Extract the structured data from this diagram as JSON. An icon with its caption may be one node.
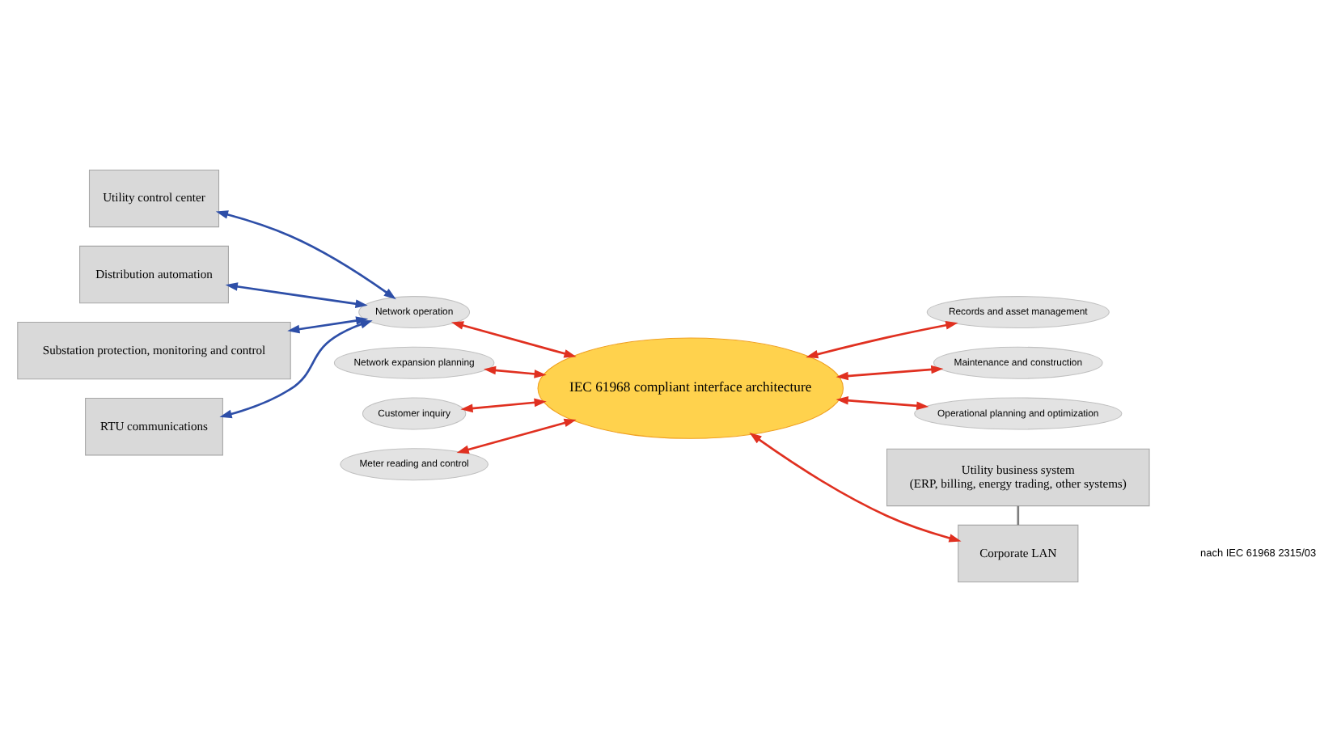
{
  "diagram": {
    "nodes": [
      {
        "text": [
          "Utility control center"
        ]
      },
      {
        "text": [
          "Distribution automation"
        ]
      },
      {
        "text": [
          "Substation protection, monitoring and control"
        ]
      },
      {
        "text": [
          "RTU communications"
        ]
      },
      {
        "text": [
          "Network operation"
        ]
      },
      {
        "text": [
          "Network expansion planning"
        ]
      },
      {
        "text": [
          "Customer inquiry"
        ]
      },
      {
        "text": [
          "Meter reading and control"
        ]
      },
      {
        "text": [
          "IEC 61968 compliant interface architecture"
        ]
      },
      {
        "text": [
          "Utility business system",
          "(ERP, billing, energy trading, other systems)"
        ]
      },
      {
        "text": [
          "Corporate LAN"
        ]
      },
      {
        "text": [
          "Records and asset management"
        ]
      },
      {
        "text": [
          "Maintenance and construction"
        ]
      },
      {
        "text": [
          "Operational planning and optimization"
        ]
      }
    ],
    "edges": [
      {
        "from": 0,
        "to": 4,
        "arrow": "both",
        "color": "#2e4fa8"
      },
      {
        "from": 1,
        "to": 4,
        "arrow": "both",
        "color": "#2e4fa8"
      },
      {
        "from": 2,
        "to": 4,
        "arrow": "both",
        "color": "#2e4fa8"
      },
      {
        "from": 3,
        "to": 4,
        "arrow": "both",
        "color": "#2e4fa8"
      },
      {
        "from": 4,
        "to": 8,
        "arrow": "both"
      },
      {
        "from": 5,
        "to": 8,
        "arrow": "both"
      },
      {
        "from": 6,
        "to": 8,
        "arrow": "both"
      },
      {
        "from": 7,
        "to": 8,
        "arrow": "both"
      },
      {
        "from": 8,
        "to": 10,
        "arrow": "both"
      },
      {
        "from": 8,
        "to": 13,
        "arrow": "both"
      },
      {
        "from": 8,
        "to": 12,
        "arrow": "both"
      },
      {
        "from": 8,
        "to": 11,
        "arrow": "both"
      },
      {
        "from": 9,
        "to": 10,
        "arrow": "none",
        "color": "#7f7f7f"
      }
    ],
    "labels": [
      "nach IEC 61968 2315/03"
    ]
  }
}
